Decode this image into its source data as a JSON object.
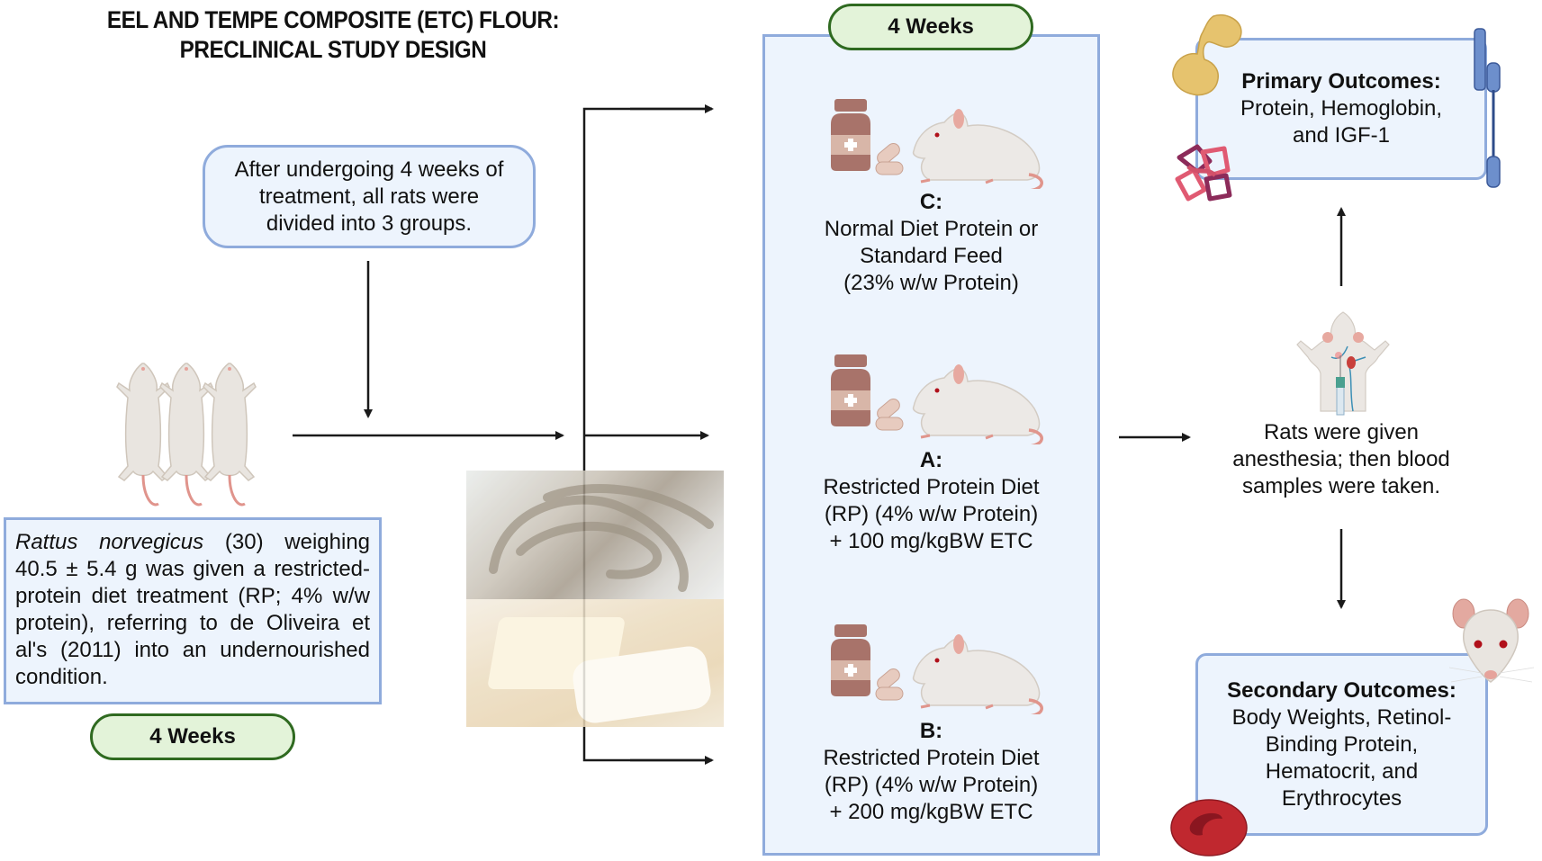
{
  "title": {
    "line1": "EEL AND TEMPE COMPOSITE (ETC) FLOUR:",
    "line2": "PRECLINICAL STUDY DESIGN"
  },
  "division_note": {
    "line1": "After undergoing 4 weeks of",
    "line2": "treatment, all rats were",
    "line3": "divided into 3 groups."
  },
  "subjects": {
    "species": "Rattus norvegicus",
    "description": " (30) weighing 40.5 ± 5.4 g was given a restricted-protein diet treatment (RP; 4% w/w protein), referring to de Oliveira et al's (2011) into an undernourished condition.",
    "duration_label": "4 Weeks"
  },
  "treatment": {
    "duration_label": "4 Weeks",
    "groups": [
      {
        "label": "C:",
        "lines": [
          "Normal Diet Protein or",
          "Standard Feed",
          "(23% w/w Protein)"
        ]
      },
      {
        "label": "A:",
        "lines": [
          "Restricted Protein Diet",
          "(RP) (4% w/w Protein)",
          "+ 100 mg/kgBW ETC"
        ]
      },
      {
        "label": "B:",
        "lines": [
          "Restricted Protein Diet",
          "(RP) (4% w/w Protein)",
          "+ 200 mg/kgBW ETC"
        ]
      }
    ]
  },
  "sampling": {
    "line1": "Rats were given",
    "line2": "anesthesia; then blood",
    "line3": "samples were taken."
  },
  "primary_outcomes": {
    "heading": "Primary Outcomes:",
    "line1": "Protein, Hemoglobin,",
    "line2": "and IGF-1"
  },
  "secondary_outcomes": {
    "heading": "Secondary Outcomes:",
    "line1": "Body Weights, Retinol-",
    "line2": "Binding Protein,",
    "line3": "Hematocrit, and",
    "line4": "Erythrocytes"
  },
  "colors": {
    "box_fill": "#edf4fd",
    "box_border": "#8fabdc",
    "pill_fill": "#e3f3d9",
    "pill_border": "#2f6a20",
    "arrow": "#1a1a1a"
  }
}
